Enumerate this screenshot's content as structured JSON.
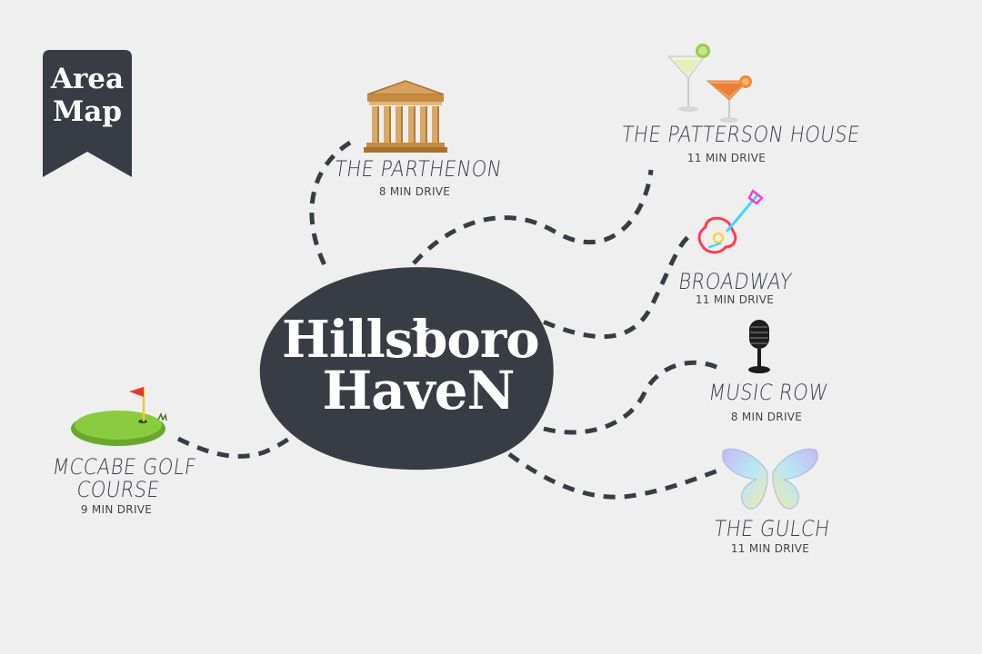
{
  "badge": {
    "line1": "Area",
    "line2": "Map",
    "color": "#383c44"
  },
  "hub": {
    "line1": "Hillsboro",
    "line2": "HaveN",
    "color": "#383c44"
  },
  "path_color": "#383c44",
  "destinations": [
    {
      "name": "THE PARTHENON",
      "drive": "8 MIN DRIVE",
      "icon": "parthenon-icon"
    },
    {
      "name": "THE PATTERSON HOUSE",
      "drive": "11 MIN DRIVE",
      "icon": "cocktails-icon"
    },
    {
      "name": "BROADWAY",
      "drive": "11 MIN DRIVE",
      "icon": "neon-guitar-icon"
    },
    {
      "name": "MUSIC ROW",
      "drive": "8 MIN DRIVE",
      "icon": "microphone-icon"
    },
    {
      "name": "THE GULCH",
      "drive": "11 MIN DRIVE",
      "icon": "butterfly-wings-icon"
    },
    {
      "name_line1": "MCCABE GOLF",
      "name_line2": "COURSE",
      "drive": "9 MIN DRIVE",
      "icon": "golf-green-icon"
    }
  ]
}
